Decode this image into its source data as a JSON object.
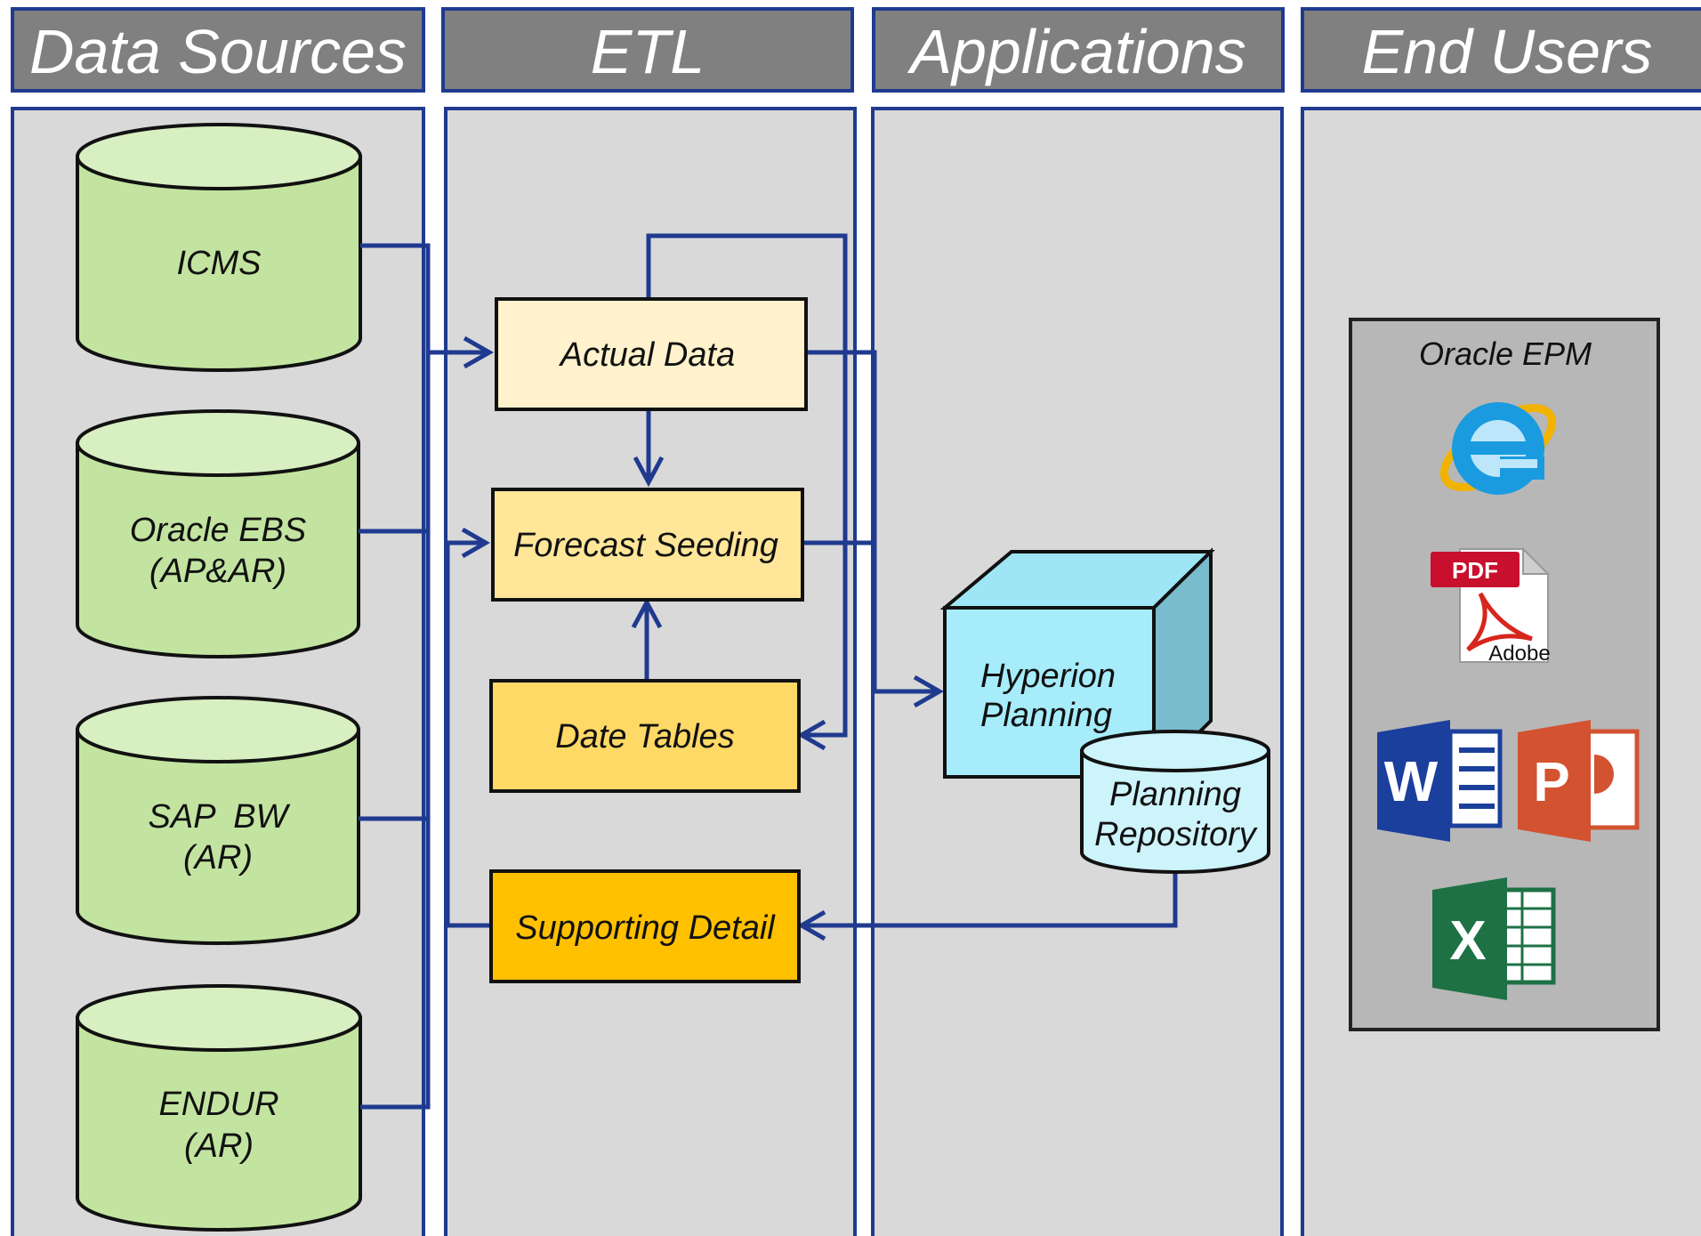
{
  "columns": {
    "data_sources": "Data Sources",
    "etl": "ETL",
    "applications": "Applications",
    "end_users": "End Users"
  },
  "sources": [
    {
      "line1": "ICMS",
      "line2": ""
    },
    {
      "line1": "Oracle EBS",
      "line2": "(AP&AR)"
    },
    {
      "line1": "SAP  BW",
      "line2": "(AR)"
    },
    {
      "line1": "ENDUR",
      "line2": "(AR)"
    }
  ],
  "etl": {
    "actual_data": "Actual Data",
    "forecast_seeding": "Forecast Seeding",
    "date_tables": "Date Tables",
    "supporting_detail": "Supporting Detail"
  },
  "applications": {
    "hyperion_line1": "Hyperion",
    "hyperion_line2": "Planning",
    "repository_line1": "Planning",
    "repository_line2": "Repository"
  },
  "end_users": {
    "panel_title": "Oracle EPM",
    "pdf_badge": "PDF",
    "adobe_label": "Adobe",
    "word_letter": "W",
    "powerpoint_letter": "P",
    "excel_letter": "X",
    "icons": [
      "internet-explorer-icon",
      "pdf-icon",
      "word-icon",
      "powerpoint-icon",
      "excel-icon"
    ]
  },
  "colors": {
    "header_bg": "#808080",
    "lane_bg": "#d9d9d9",
    "border_blue": "#1f3a8f",
    "cylinder_green": "#c2e4a0",
    "actual_data_fill": "#fff2cc",
    "forecast_fill": "#ffe699",
    "date_tables_fill": "#ffd966",
    "supporting_fill": "#ffc000",
    "cube_front": "#a6ecfa",
    "repository_fill": "#cdf3fb"
  }
}
